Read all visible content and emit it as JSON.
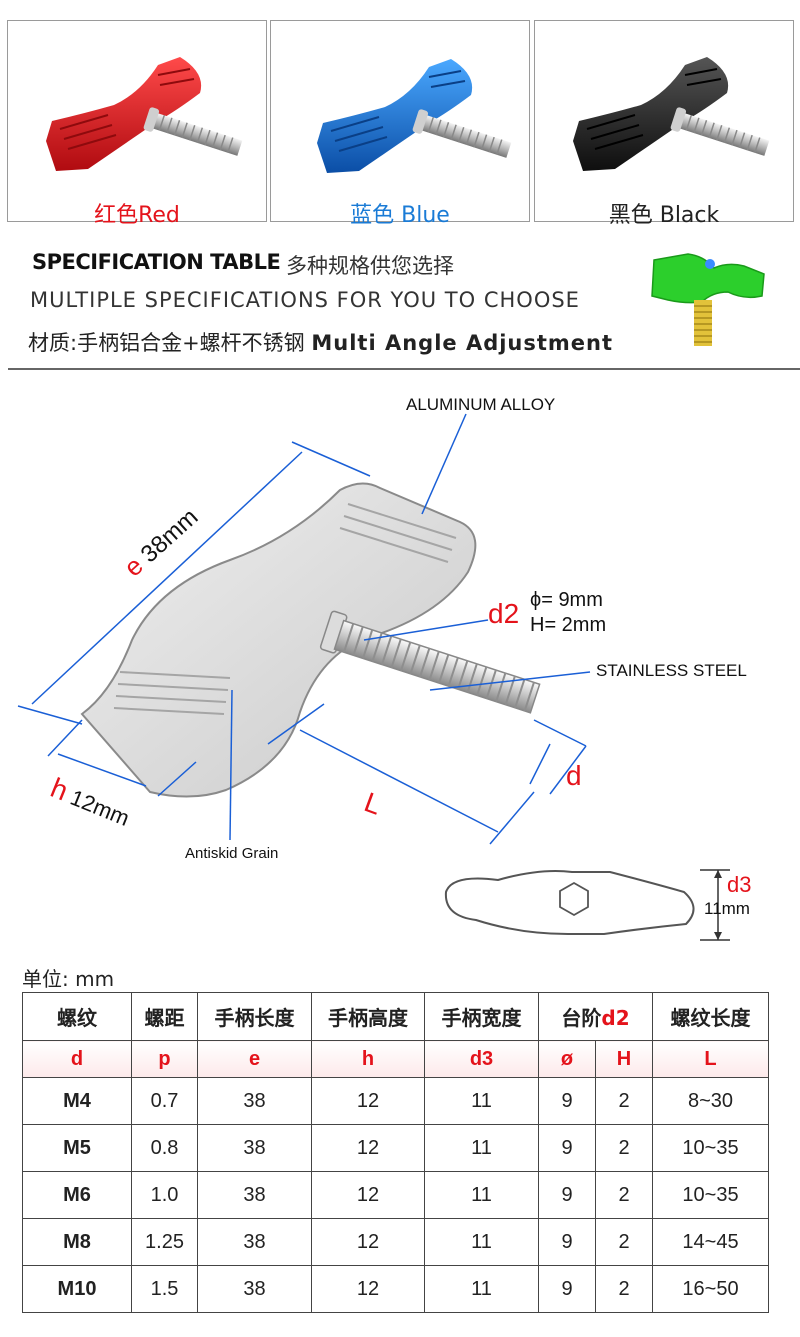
{
  "swatches": [
    {
      "label": "红色Red",
      "color": "#e61a22",
      "label_color": "#e4131b"
    },
    {
      "label": "蓝色 Blue",
      "color": "#1b79d8",
      "label_color": "#1a7bd6"
    },
    {
      "label": "黑色 Black",
      "color": "#1e1e1e",
      "label_color": "#222222"
    }
  ],
  "spec": {
    "title": "SPECIFICATION TABLE",
    "title_cn": "多种规格供您选择",
    "subtitle": "MULTIPLE SPECIFICATIONS FOR YOU TO CHOOSE",
    "material_cn": "材质:手柄铝合金+螺杆不锈钢",
    "feature": "Multi Angle Adjustment",
    "accent_green": "#2ccf2c",
    "accent_brass": "#e2c23a"
  },
  "diagram": {
    "material_handle": "ALUMINUM ALLOY",
    "material_screw": "STAINLESS STEEL",
    "grain": "Antiskid Grain",
    "e_symbol": "e",
    "e_value": "38mm",
    "h_symbol": "h",
    "h_value": "12mm",
    "L_symbol": "L",
    "d_symbol": "d",
    "d2_symbol": "d2",
    "d2_phi": "ϕ= 9mm",
    "d2_h": "H= 2mm",
    "d3_symbol": "d3",
    "d3_value": "11mm"
  },
  "table": {
    "unit_label": "单位:  mm",
    "headers": [
      "螺纹",
      "螺距",
      "手柄长度",
      "手柄高度",
      "手柄宽度",
      "台阶",
      "螺纹长度"
    ],
    "step_header_suffix": "d2",
    "symbols": [
      "d",
      "p",
      "e",
      "h",
      "d3",
      "ø",
      "H",
      "L"
    ],
    "rows": [
      [
        "M4",
        "0.7",
        "38",
        "12",
        "11",
        "9",
        "2",
        "8~30"
      ],
      [
        "M5",
        "0.8",
        "38",
        "12",
        "11",
        "9",
        "2",
        "10~35"
      ],
      [
        "M6",
        "1.0",
        "38",
        "12",
        "11",
        "9",
        "2",
        "10~35"
      ],
      [
        "M8",
        "1.25",
        "38",
        "12",
        "11",
        "9",
        "2",
        "14~45"
      ],
      [
        "M10",
        "1.5",
        "38",
        "12",
        "11",
        "9",
        "2",
        "16~50"
      ]
    ]
  }
}
